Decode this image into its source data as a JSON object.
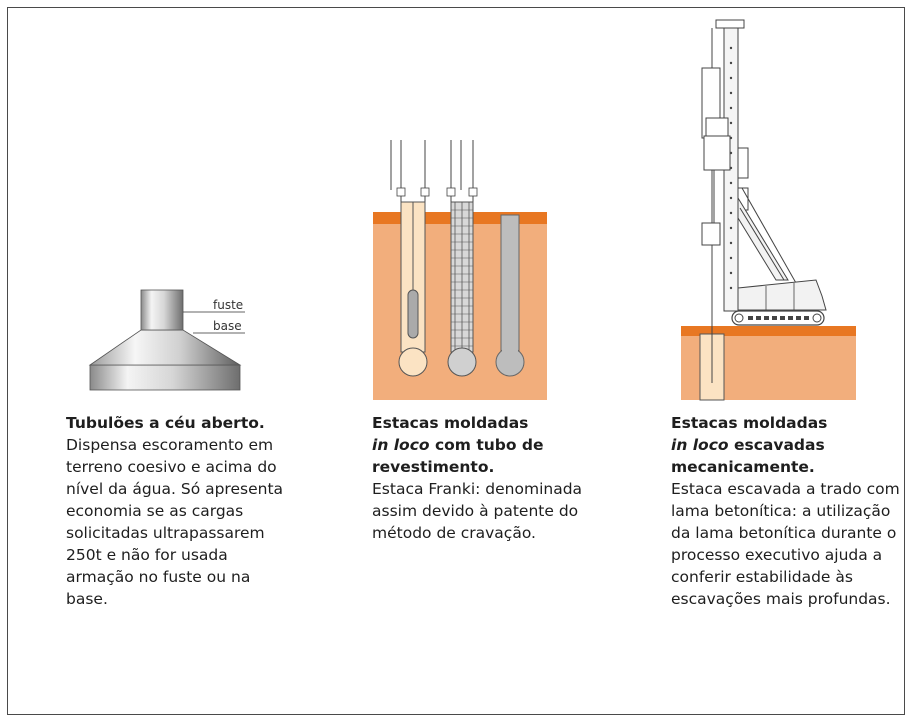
{
  "colors": {
    "soil": "#f2ae7c",
    "topsoil": "#e87722",
    "steel_light": "#ececec",
    "steel_dark": "#7d7d7d",
    "concrete": "#c8c8c8",
    "bulb_light": "#fbe3c3",
    "line": "#333333"
  },
  "panels": [
    {
      "figure_labels": {
        "top": "fuste",
        "bottom": "base"
      },
      "title": "Tubulões a céu aberto.",
      "body": "Dispensa escoramento em terreno coesivo e acima do nível da água. Só apresenta economia se as cargas solicitadas ultrapassarem 250t e não for usada armação no fuste ou na base."
    },
    {
      "title_pre": "Estacas moldadas",
      "title_italic": "in loco",
      "title_post": "com tubo de revestimento.",
      "body": "Estaca Franki: denominada assim devido à patente do método de cravação."
    },
    {
      "title_pre": "Estacas moldadas",
      "title_italic": "in loco",
      "title_post": "escavadas mecanicamente.",
      "body": "Estaca escavada a trado com lama betonítica: a utilização da lama betonítica durante o processo executivo ajuda a conferir estabilidade às escavações mais profundas."
    }
  ]
}
